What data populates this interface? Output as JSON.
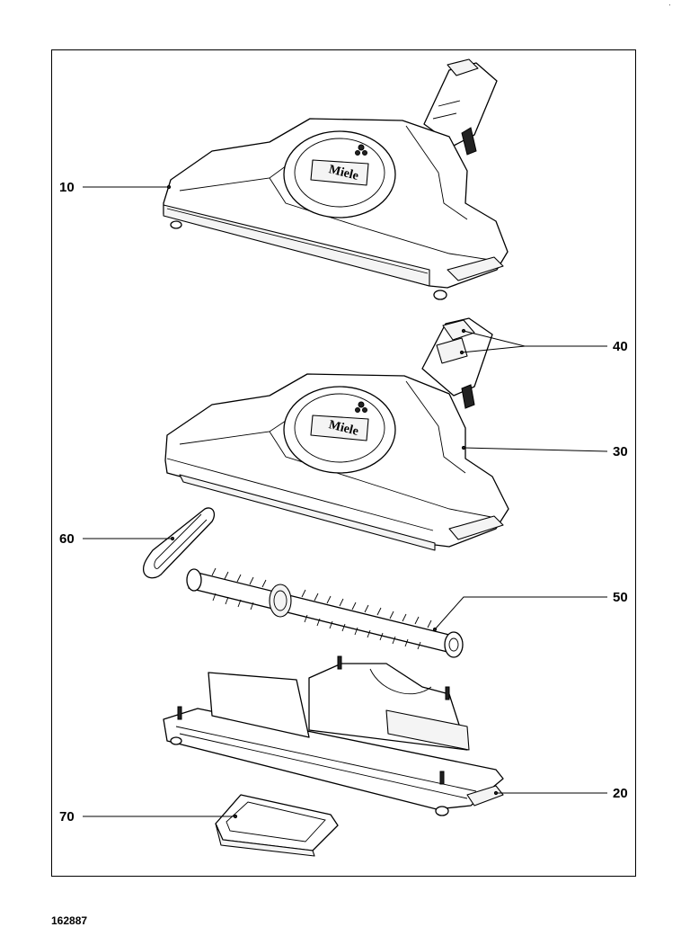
{
  "callouts": {
    "c10": "10",
    "c40": "40",
    "c30": "30",
    "c60": "60",
    "c50": "50",
    "c20": "20",
    "c70": "70"
  },
  "brand_logo": "Miele",
  "document_number": "162887",
  "corner_mark": "."
}
